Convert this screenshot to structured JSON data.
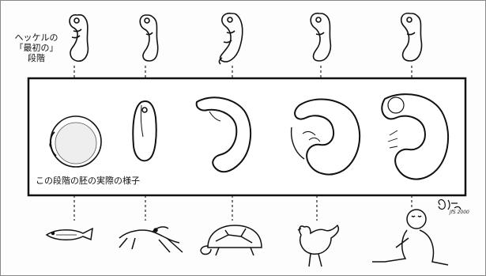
{
  "haeckel_label": {
    "line1": "ヘッケルの",
    "line2": "「最初の」",
    "line3": "段階"
  },
  "actual_embryos_caption": "この段階の胚の実際の様子",
  "signature": "JfS 2000",
  "stages": [
    {
      "animal_icon": "fish-icon"
    },
    {
      "animal_icon": "frog-icon"
    },
    {
      "animal_icon": "turtle-icon"
    },
    {
      "animal_icon": "chicken-icon"
    },
    {
      "animal_icon": "human-baby-icon"
    }
  ]
}
